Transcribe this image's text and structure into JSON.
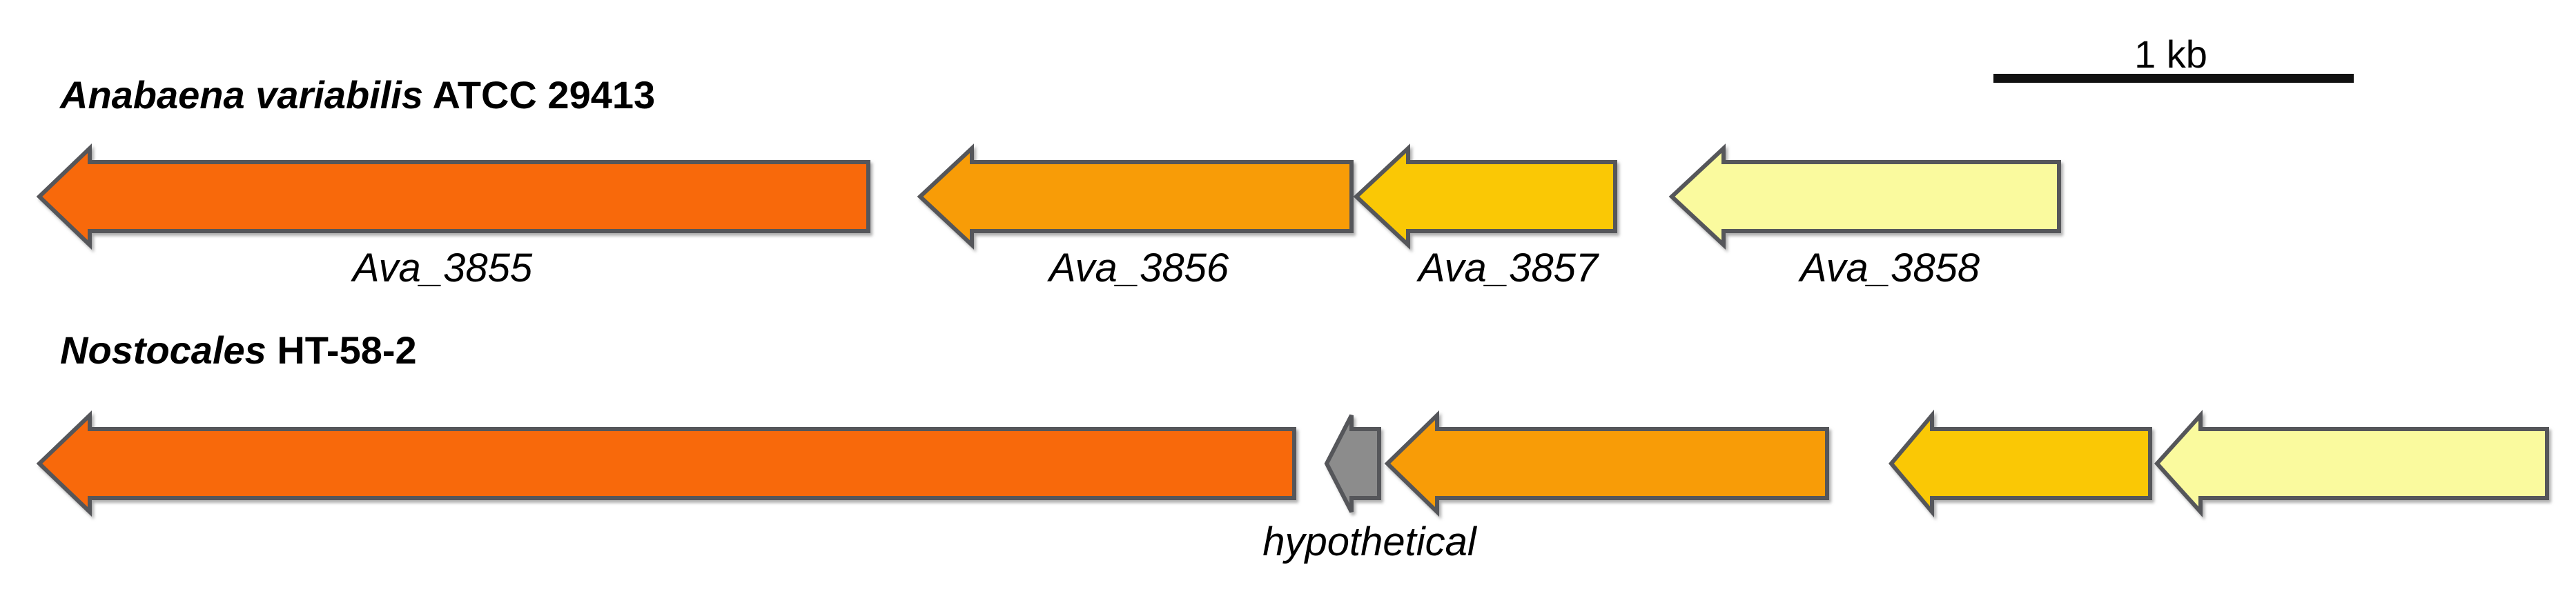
{
  "figure": {
    "scale_bar": {
      "label": "1 kb"
    },
    "rows": [
      {
        "title": {
          "italic": "Anabaena variabilis",
          "regular": " ATCC 29413"
        },
        "genes": [
          {
            "label": "Ava_3855",
            "color": "#F8690B"
          },
          {
            "label": "Ava_3856",
            "color": "#F89C07"
          },
          {
            "label": "Ava_3857",
            "color": "#FAC805"
          },
          {
            "label": "Ava_3858",
            "color": "#FAFA9E"
          }
        ]
      },
      {
        "title": {
          "italic": "Nostocales",
          "regular": " HT-58-2"
        },
        "genes": [
          {
            "label": "",
            "color": "#F8690B"
          },
          {
            "label": "hypothetical",
            "color": "#8C8C8C"
          },
          {
            "label": "",
            "color": "#F89C07"
          },
          {
            "label": "",
            "color": "#FAC805"
          },
          {
            "label": "",
            "color": "#FAFA9E"
          }
        ]
      }
    ]
  }
}
